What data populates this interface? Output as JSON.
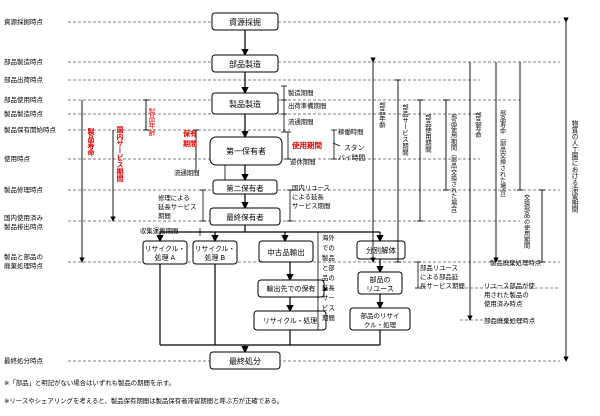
{
  "time_points": [
    "資源採掘時点",
    "部品製造時点",
    "部品出荷時点",
    "部品使用時点",
    "製品製造時点",
    "製品保有開始時点",
    "使用時点",
    "製品修理時点",
    "国内使用済み",
    "製品排出時点",
    "製品と部品の",
    "廃棄処理時点",
    "最終処分時点"
  ],
  "boxes": {
    "resource_extraction": "資源採掘",
    "parts_manufacturing": "部品製造",
    "product_manufacturing": "製品製造",
    "first_owner": "第一保有者",
    "second_owner": "第二保有者",
    "last_owner": "最終保有者",
    "recycle_a_1": "リサイクル・",
    "recycle_a_2": "処理 A",
    "recycle_b_1": "リサイクル・",
    "recycle_b_2": "処理 B",
    "used_export": "中古品輸出",
    "export_destination_holding": "輸出先での保有",
    "recycle_process": "リサイクル・処理",
    "disassembly": "分別解体",
    "parts_reuse_1": "部品の",
    "parts_reuse_2": "リユース",
    "parts_recycle_1": "部品のリサイ",
    "parts_recycle_2": "クル・処理",
    "final_disposal": "最終処分"
  },
  "period_labels": {
    "manufacturing_period": "製造期間",
    "shipping_prep_period": "出荷準備期間",
    "distribution_period": "流通期間",
    "operating_time": "稼働時間",
    "usage_period": "使用期間",
    "standby_time_1": "スタン",
    "standby_time_2": "バイ時間",
    "idle_period": "遊休期間",
    "distribution_period_2": "流通期間",
    "domestic_reuse_1": "国内リユース",
    "domestic_reuse_2": "による延長",
    "domestic_reuse_3": "サービス期間",
    "repair_ext_1": "修理による",
    "repair_ext_2": "延長サービス",
    "repair_ext_3": "期間",
    "collection_period": "収集運搬期間",
    "product_disposal_time": "製品廃棄処理時点",
    "parts_reuse_ext_1": "部品リユース",
    "parts_reuse_ext_2": "による部品延",
    "parts_reuse_ext_3": "長サービス期間",
    "reuse_used_1": "リユース部品が使",
    "reuse_used_2": "用された製品の",
    "reuse_used_3": "使用済み時点",
    "parts_disposal_time": "部品廃棄処理時点",
    "overseas_1": "海外",
    "overseas_2": "での",
    "overseas_3": "製品",
    "overseas_4": "と部",
    "overseas_5": "品の",
    "overseas_6": "延長",
    "overseas_7": "サー",
    "overseas_8": "ビス",
    "overseas_9": "期間"
  },
  "vertical_labels": {
    "product_life": "製品寿命",
    "domestic_service_period": "国内サービス期間",
    "product_age": "製品年齢",
    "ownership_period_1": "保有",
    "ownership_period_2": "期間",
    "parts_age": "部品年齢",
    "parts_service_period": "部品サービス期間",
    "parts_usage_period": "部品使用期間",
    "parts_usage_period_with_replacement": "部品使用期間（部品交換された場合）",
    "parts_life": "部品寿命",
    "parts_life_replaced": "部品寿命（部品交換された場合）",
    "replaced_parts_usage": "交換部品の使用期間",
    "artifact_stay_period": "物質の人工圏における滞留期間"
  },
  "footnotes": [
    "※「部品」と明記がない場合はいずれも製品の期間を示す。",
    "※リースやシェアリングを考えると、製品保有期間は製品保有者滞留期間と呼ぶ方が正確である。"
  ]
}
